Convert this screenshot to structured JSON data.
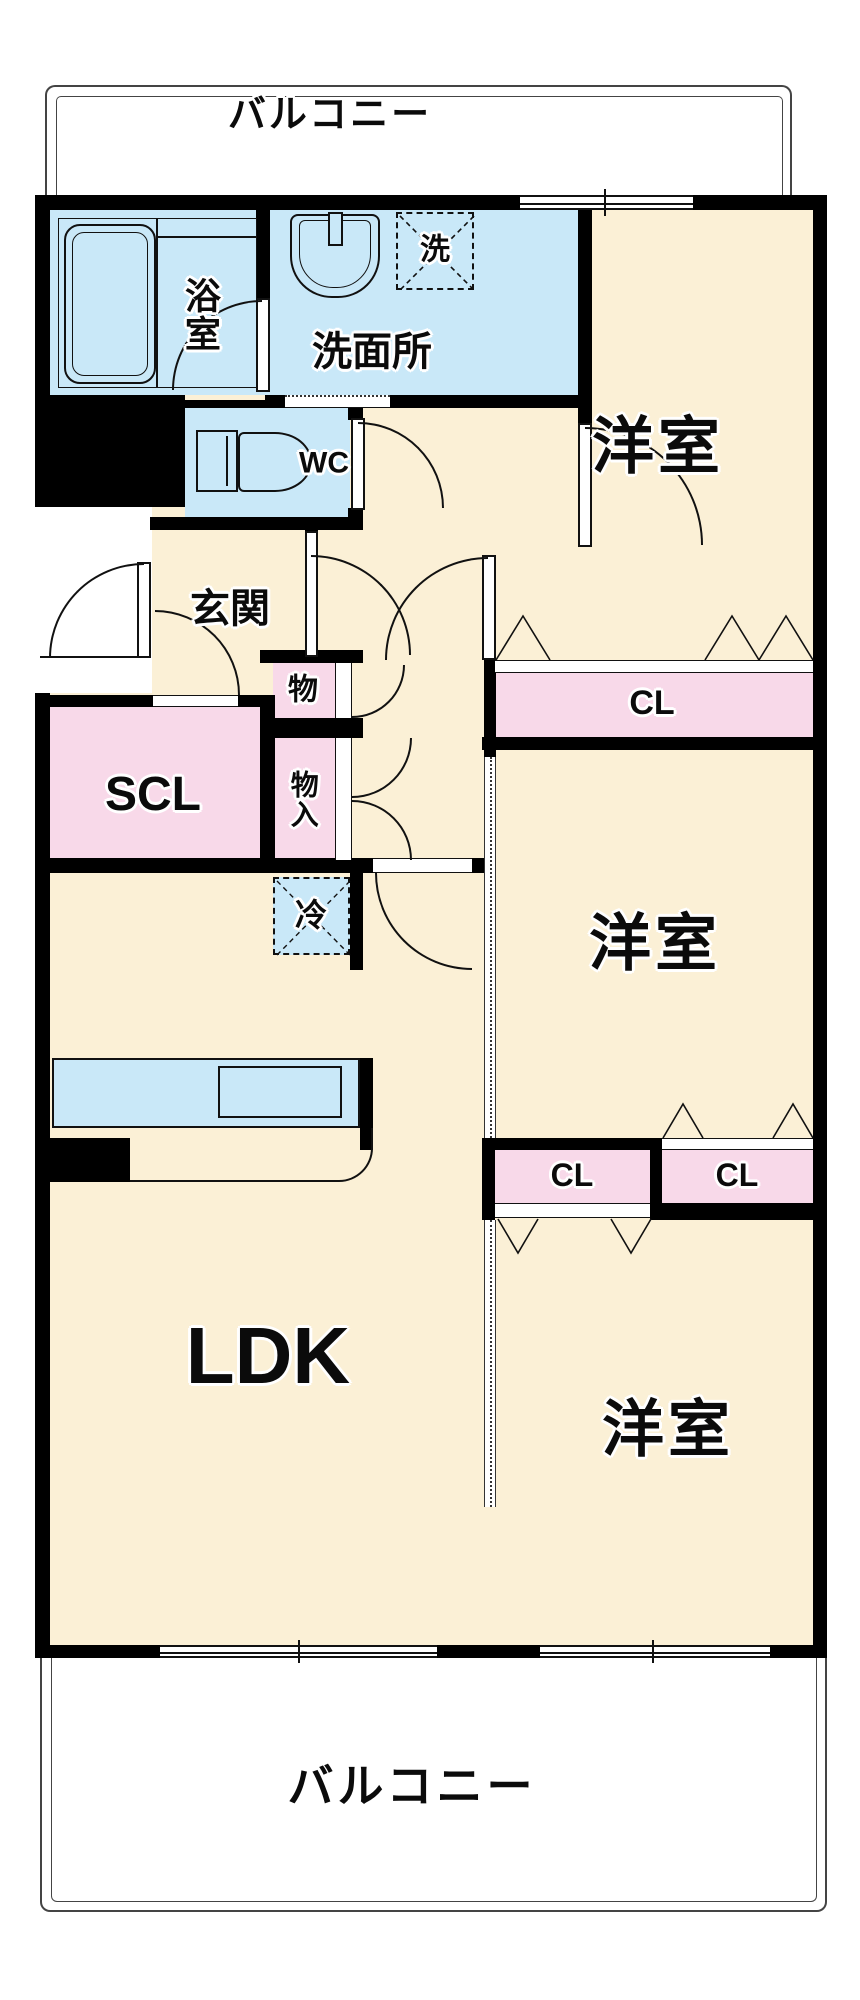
{
  "floorplan": {
    "balcony_top": {
      "label": "バルコニー"
    },
    "balcony_bottom": {
      "label": "バルコニー"
    },
    "rooms": {
      "bath": {
        "label": "浴室"
      },
      "washroom": {
        "label": "洗面所"
      },
      "washer": {
        "label": "洗"
      },
      "wc": {
        "label": "WC"
      },
      "entrance": {
        "label": "玄関"
      },
      "shoe_closet": {
        "label": "SCL"
      },
      "storage_small": {
        "label": "物"
      },
      "storage_tall": {
        "label": "物入"
      },
      "fridge": {
        "label": "冷"
      },
      "ldk": {
        "label": "LDK"
      },
      "bedroom_top": {
        "label": "洋室"
      },
      "bedroom_middle": {
        "label": "洋室"
      },
      "bedroom_bottom": {
        "label": "洋室"
      },
      "closet_top": {
        "label": "CL"
      },
      "closet_left": {
        "label": "CL"
      },
      "closet_right": {
        "label": "CL"
      }
    },
    "colors": {
      "floor_cream": "#FBF0D6",
      "wet_blue": "#C9E8F8",
      "closet_pink": "#F8D9E9",
      "wall_black": "#000000"
    }
  }
}
